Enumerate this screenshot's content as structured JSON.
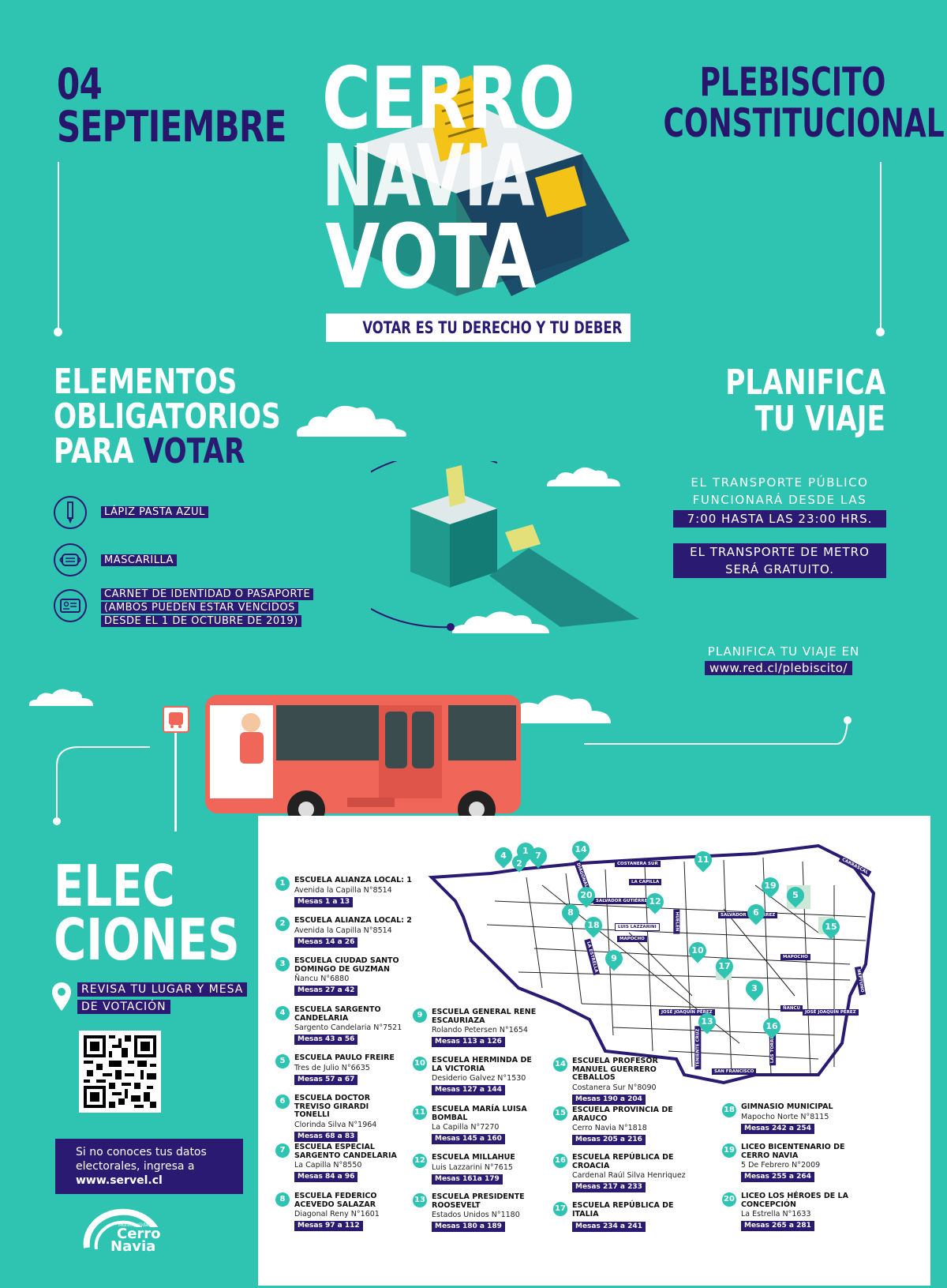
{
  "header": {
    "date_line1": "04",
    "date_line2": "SEPTIEMBRE",
    "event_line1": "PLEBISCITO",
    "event_line2": "CONSTITUCIONAL",
    "logo_line1": "CERRO",
    "logo_line2": "NAVIA",
    "logo_line3": "VOTA",
    "tagline": "VOTAR ES TU DERECHO Y TU DEBER"
  },
  "requirements": {
    "title_line1": "ELEMENTOS",
    "title_line2": "OBLIGATORIOS",
    "title_line3_a": "PARA ",
    "title_line3_b": "VOTAR",
    "items": [
      {
        "icon": "pen-icon",
        "label": "LÁPIZ PASTA AZUL"
      },
      {
        "icon": "mask-icon",
        "label": "MASCARILLA"
      },
      {
        "icon": "id-card-icon",
        "label_line1": "CARNET DE IDENTIDAD O PASAPORTE",
        "label_line2": "(AMBOS PUEDEN ESTAR VENCIDOS",
        "label_line3": "DESDE EL 1 DE OCTUBRE DE 2019)"
      }
    ]
  },
  "plan": {
    "title_line1": "PLANIFICA",
    "title_line2": "TU VIAJE",
    "transport_line1": "EL TRANSPORTE PÚBLICO",
    "transport_line2": "FUNCIONARÁ DESDE LAS",
    "transport_hours": "7:00 HASTA LAS 23:00 HRS.",
    "metro_line1": "EL TRANSPORTE DE METRO",
    "metro_line2": "SERÁ GRATUITO.",
    "link_label": "PLANIFICA TU VIAJE EN",
    "link_url": "www.red.cl/plebiscito/"
  },
  "elections": {
    "title_line1": "ELEC",
    "title_line2": "CIONES",
    "review_line1": "REVISA TU LUGAR Y MESA",
    "review_line2": "DE VOTACIÓN",
    "servel_line1": "Si no conoces tus datos",
    "servel_line2": "electorales, ingresa a",
    "servel_url": "www.servel.cl",
    "muni_small": "Municipalidad",
    "muni_name1": "Cerro",
    "muni_name2": "Navia"
  },
  "schools": [
    {
      "n": "1",
      "name": "ESCUELA ALIANZA LOCAL: 1",
      "addr": "Avenida la Capilla N°8514",
      "mesas": "Mesas 1 a 13"
    },
    {
      "n": "2",
      "name": "ESCUELA ALIANZA LOCAL: 2",
      "addr": "Avenida la Capilla N°8514",
      "mesas": "Mesas 14 a 26"
    },
    {
      "n": "3",
      "name": "ESCUELA CIUDAD SANTO DOMINGO DE GUZMAN",
      "addr": "Ñancu N°6880",
      "mesas": "Mesas 27 a 42"
    },
    {
      "n": "4",
      "name": "ESCUELA SARGENTO CANDELARIA",
      "addr": "Sargento Candelaria N°7521",
      "mesas": "Mesas 43 a 56"
    },
    {
      "n": "5",
      "name": "ESCUELA PAULO FREIRE",
      "addr": "Tres de Julio N°6635",
      "mesas": "Mesas 57 a 67"
    },
    {
      "n": "6",
      "name": "ESCUELA DOCTOR TREVISO GIRARDI TONELLI",
      "addr": "Clorinda Silva N°1964",
      "mesas": "Mesas 68 a 83"
    },
    {
      "n": "7",
      "name": "ESCUELA ESPECIAL SARGENTO CANDELARIA",
      "addr": "La Capilla N°8550",
      "mesas": "Mesas 84 a 96"
    },
    {
      "n": "8",
      "name": "ESCUELA FEDERICO ACEVEDO SALAZAR",
      "addr": "Diagonal Reny N°1601",
      "mesas": "Mesas 97 a 112"
    },
    {
      "n": "9",
      "name": "ESCUELA GENERAL RENE ESCAURIAZA",
      "addr": "Rolando Petersen N°1654",
      "mesas": "Mesas 113 a 126"
    },
    {
      "n": "10",
      "name": "ESCUELA HERMINDA DE LA VICTORIA",
      "addr": "Desiderio Galvez N°1530",
      "mesas": "Mesas 127 a 144"
    },
    {
      "n": "11",
      "name": "ESCUELA MARÍA LUISA BOMBAL",
      "addr": "La Capilla N°7270",
      "mesas": "Mesas 145 a 160"
    },
    {
      "n": "12",
      "name": "ESCUELA MILLAHUE",
      "addr": "Luis Lazzarini N°7615",
      "mesas": "Mesas 161a 179"
    },
    {
      "n": "13",
      "name": "ESCUELA PRESIDENTE ROOSEVELT",
      "addr": "Estados Unidos N°1180",
      "mesas": "Mesas 180 a 189"
    },
    {
      "n": "14",
      "name": "ESCUELA PROFESOR MANUEL GUERRERO CEBALLOS",
      "addr": "Costanera Sur N°8090",
      "mesas": "Mesas 190 a 204"
    },
    {
      "n": "15",
      "name": "ESCUELA PROVINCIA DE ARAUCO",
      "addr": "Cerro Navia N°1818",
      "mesas": "Mesas 205 a 216"
    },
    {
      "n": "16",
      "name": "ESCUELA REPÚBLICA DE CROACIA",
      "addr": "Cardenal Raúl Silva Henriquez",
      "mesas": "Mesas 217 a 233"
    },
    {
      "n": "17",
      "name": "ESCUELA REPÚBLICA DE ITALIA",
      "addr": "",
      "mesas": "Mesas 234 a 241"
    },
    {
      "n": "18",
      "name": "GIMNASIO MUNICIPAL",
      "addr": "Mapocho Norte N°8115",
      "mesas": "Mesas 242 a 254"
    },
    {
      "n": "19",
      "name": "LICEO BICENTENARIO DE CERRO NAVIA",
      "addr": "5 De Febrero N°2009",
      "mesas": "Mesas 255 a 264"
    },
    {
      "n": "20",
      "name": "LICEO LOS HÉROES DE LA CONCEPCIÓN",
      "addr": "La Estrella  N°1633",
      "mesas": "Mesas 265 a 281"
    }
  ],
  "map": {
    "streets": [
      "COSTANERA SUR",
      "LA CAPILLA",
      "CARRASCAL",
      "SALVADOR GUTIÉRREZ",
      "SALVADOR GUTIÉRREZ",
      "LUIS LAZZARINI",
      "MAPOCHO",
      "HUELÉN",
      "LA ESTRELLA",
      "MAPOCHO",
      "NEPTUNO",
      "JOSÉ JOAQUÍN PÉREZ",
      "JOSÉ JOAQUÍN PÉREZ",
      "ÑANCU",
      "TENIENTE CRUZ",
      "LAS TORRES",
      "SAN FRANCISCO",
      "DIAGONAL RENY"
    ]
  },
  "colors": {
    "teal": "#2fc4b2",
    "navy": "#2a1a72",
    "bus": "#f0675a"
  }
}
